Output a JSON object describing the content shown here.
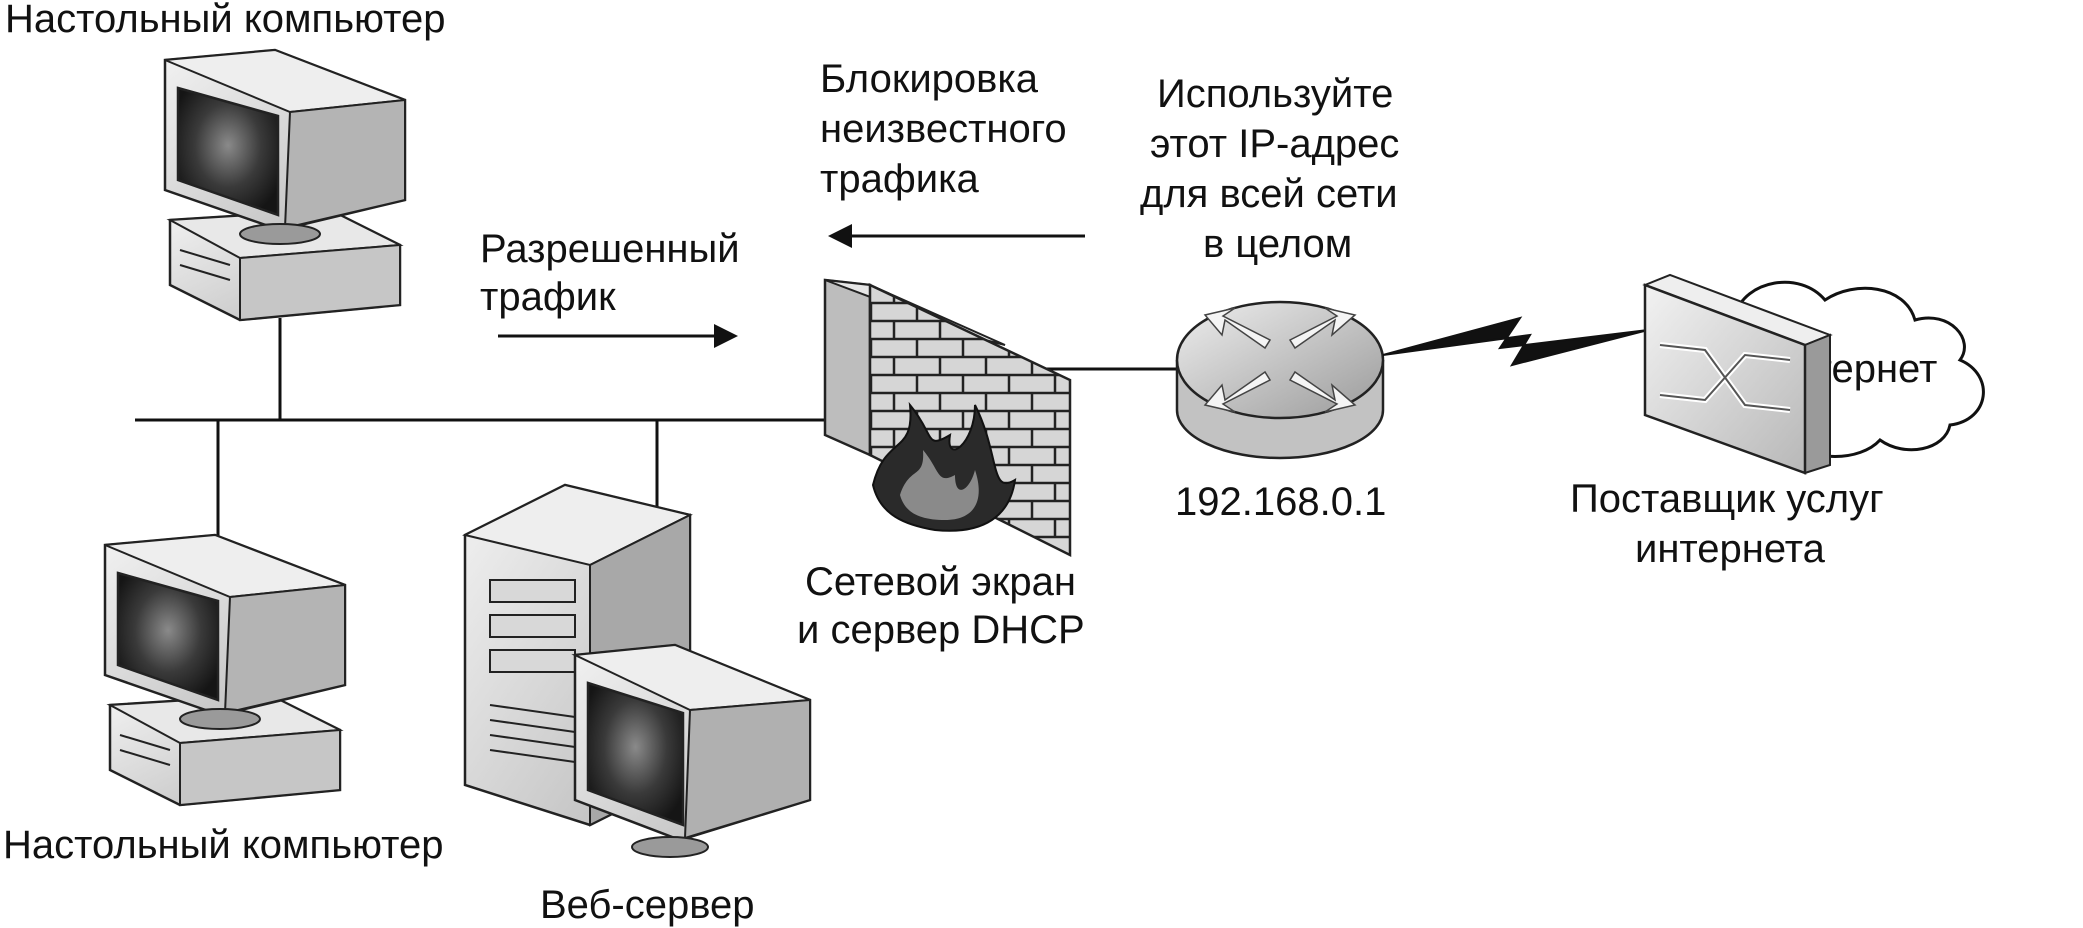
{
  "labels": {
    "desktop_top": "Настольный компьютер",
    "desktop_bottom": "Настольный компьютер",
    "web_server": "Веб-сервер",
    "allowed_traffic": [
      "Разрешенный",
      "трафик"
    ],
    "block_unknown": [
      "Блокировка",
      "неизвестного",
      "трафика"
    ],
    "use_ip": [
      "Используйте",
      "этот IP-адрес",
      "для всей сети",
      "в целом"
    ],
    "firewall": [
      "Сетевой экран",
      "и сервер DHCP"
    ],
    "router_ip": "192.168.0.1",
    "isp": [
      "Поставщик услуг",
      "интернета"
    ],
    "internet": "Интернет"
  },
  "icons": {
    "desktop_top": "desktop-computer-icon",
    "desktop_bottom": "desktop-computer-icon",
    "web_server": "server-tower-with-monitor-icon",
    "firewall": "brick-wall-firewall-icon",
    "router": "router-icon",
    "isp": "isp-switch-icon",
    "internet": "cloud-icon",
    "wan_link": "lightning-bolt-link-icon"
  },
  "colors": {
    "ink": "#111111",
    "device_body": "#dcdcdc",
    "device_shade": "#b0b0b0",
    "screen": "#2a2a2a",
    "brick": "#cfcfcf"
  }
}
